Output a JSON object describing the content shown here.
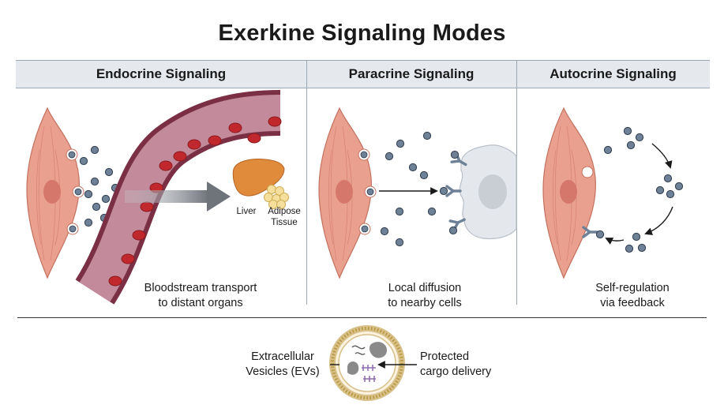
{
  "title": "Exerkine Signaling Modes",
  "panels": {
    "endocrine": {
      "title": "Endocrine Signaling",
      "caption_line1": "Bloodstream transport",
      "caption_line2": "to distant organs",
      "organ_liver": "Liver",
      "organ_adipose_line1": "Adipose",
      "organ_adipose_line2": "Tissue"
    },
    "paracrine": {
      "title": "Paracrine Signaling",
      "caption_line1": "Local diffusion",
      "caption_line2": "to nearby cells"
    },
    "autocrine": {
      "title": "Autocrine Signaling",
      "caption_line1": "Self-regulation",
      "caption_line2": "via feedback"
    }
  },
  "vesicle": {
    "left_label_line1": "Extracellular",
    "left_label_line2": "Vesicles (EVs)",
    "right_label_line1": "Protected",
    "right_label_line2": "cargo delivery"
  },
  "colors": {
    "muscle": "#e9a08f",
    "muscle_nucleus": "#d6776b",
    "vessel_wall": "#7a2f45",
    "vessel_lumen": "#c28a9a",
    "red_blood_cell": "#c0282d",
    "molecule": "#6f8197",
    "target_cell": "#e4e7ec",
    "liver": "#e08a3c",
    "adipose": "#f6df9d",
    "vesicle_membrane": "#d8c08a"
  },
  "icons": [
    "muscle-cell-icon",
    "blood-vessel-icon",
    "red-blood-cell-icon",
    "signal-molecule-icon",
    "receptor-icon",
    "liver-icon",
    "adipose-tissue-icon",
    "target-cell-icon",
    "extracellular-vesicle-icon"
  ]
}
